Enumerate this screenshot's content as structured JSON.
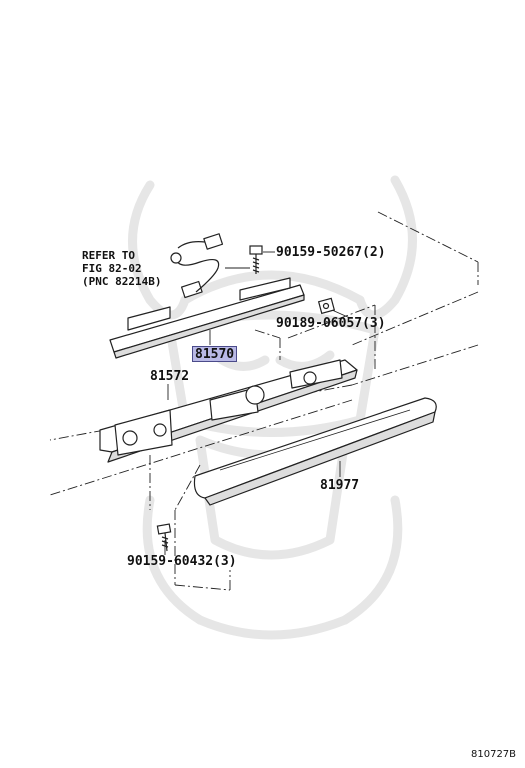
{
  "diagram": {
    "reference_note": {
      "line1": "REFER TO",
      "line2": "FIG 82-02",
      "line3": "(PNC 82214B)"
    },
    "parts": [
      {
        "id": "screw_top",
        "number": "90159-50267(2)"
      },
      {
        "id": "nut",
        "number": "90189-06057(3)"
      },
      {
        "id": "lamp_assy",
        "number": "81570",
        "highlighted": true
      },
      {
        "id": "lamp_housing",
        "number": "81572"
      },
      {
        "id": "lens_cover",
        "number": "81977"
      },
      {
        "id": "screw_bottom",
        "number": "90159-60432(3)"
      }
    ],
    "figure_id": "810727B",
    "colors": {
      "line": "#222222",
      "highlight_fill": "#b9b9e6",
      "highlight_border": "#4b4b8a",
      "watermark": "#e6e6e6"
    }
  }
}
